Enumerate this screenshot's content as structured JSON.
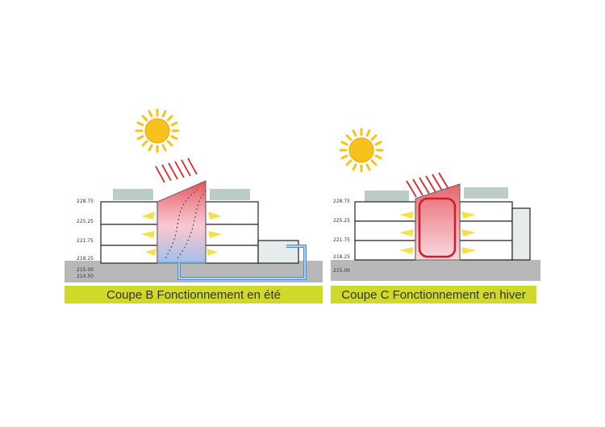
{
  "left": {
    "caption": "Coupe B Fonctionnement en été",
    "levels": [
      "228.75",
      "225.25",
      "221.75",
      "218.25",
      "215.00",
      "214.50"
    ]
  },
  "right": {
    "caption": "Coupe C  Fonctionnement en hiver",
    "levels": [
      "228.75",
      "225.25",
      "221.75",
      "218.25",
      "215.00"
    ]
  },
  "colors": {
    "caption_bg": "#cfd92a",
    "sun": "#f7c21c",
    "heat_red": "#e0303a",
    "cool_blue": "#4a90d9",
    "arrow_yellow": "#f4e04a",
    "ground": "#b8b8b8"
  }
}
